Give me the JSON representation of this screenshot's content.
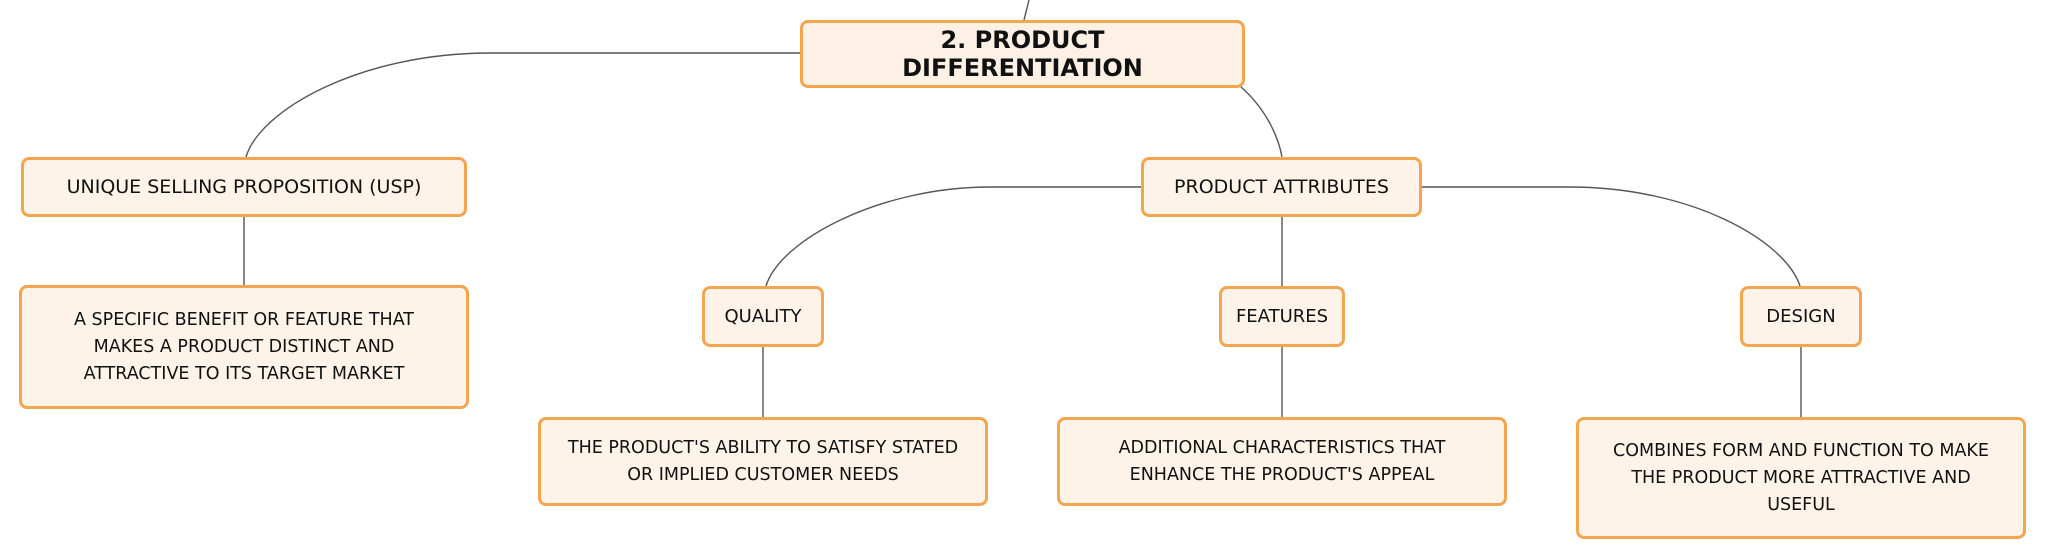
{
  "colors": {
    "node_fill": "#fdf3e9",
    "node_border": "#f2a64f",
    "connector": "#555555",
    "text": "#111111"
  },
  "diagram": {
    "root": "2. PRODUCT DIFFERENTIATION",
    "usp": {
      "label": "UNIQUE SELLING PROPOSITION (USP)",
      "description": "A SPECIFIC BENEFIT OR FEATURE THAT MAKES A PRODUCT DISTINCT AND ATTRACTIVE TO ITS TARGET MARKET"
    },
    "attributes": {
      "label": "PRODUCT ATTRIBUTES",
      "quality": {
        "label": "QUALITY",
        "description": "THE PRODUCT'S ABILITY TO SATISFY STATED OR IMPLIED CUSTOMER NEEDS"
      },
      "features": {
        "label": "FEATURES",
        "description": "ADDITIONAL CHARACTERISTICS THAT ENHANCE THE PRODUCT'S APPEAL"
      },
      "design": {
        "label": "DESIGN",
        "description": "COMBINES FORM AND FUNCTION TO MAKE THE PRODUCT MORE ATTRACTIVE AND USEFUL"
      }
    }
  }
}
